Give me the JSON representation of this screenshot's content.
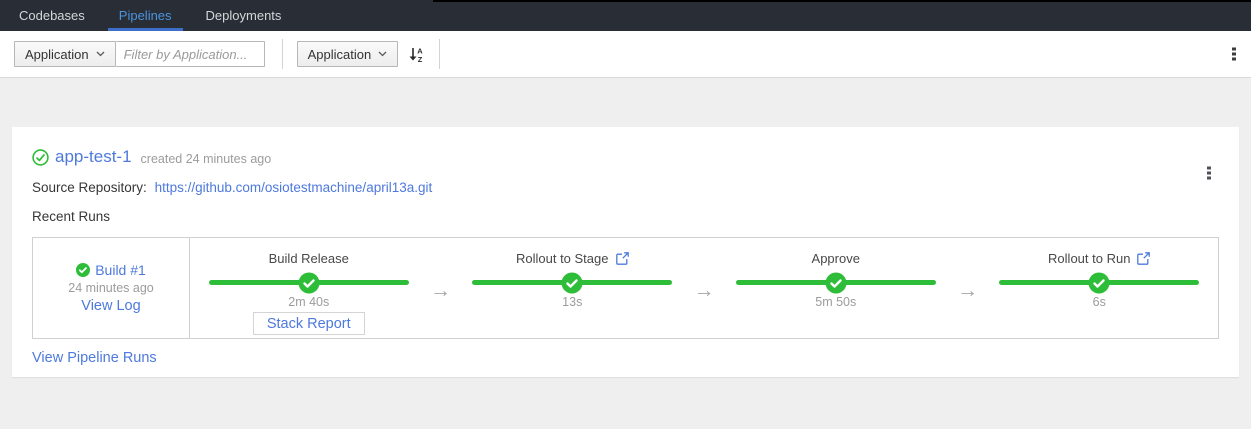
{
  "nav": {
    "tabs": [
      {
        "label": "Codebases"
      },
      {
        "label": "Pipelines"
      },
      {
        "label": "Deployments"
      }
    ],
    "active_tab": "Pipelines"
  },
  "toolbar": {
    "filter_dropdown_label": "Application",
    "filter_placeholder": "Filter by Application...",
    "filter_value": "",
    "sort_dropdown_label": "Application",
    "sort_icon": "sort-alpha-asc-icon",
    "overflow_icon": "kebab-menu-icon"
  },
  "card": {
    "status_icon": "circle-check-outline-green",
    "app_name": "app-test-1",
    "created": "created 24 minutes ago",
    "source_repo_label": "Source Repository:",
    "source_repo_url": "https://github.com/osiotestmachine/april13a.git",
    "recent_runs_label": "Recent Runs",
    "build": {
      "label": "Build #1",
      "status_icon": "circle-check-solid-green",
      "time_ago": "24 minutes ago",
      "view_log_label": "View Log"
    },
    "stages": [
      {
        "name": "Build Release",
        "duration": "2m 40s",
        "status": "success",
        "progress_pct": 100,
        "action_label": "Stack Report"
      },
      {
        "name": "Rollout to Stage",
        "duration": "13s",
        "status": "success",
        "progress_pct": 100,
        "external_link": true
      },
      {
        "name": "Approve",
        "duration": "5m 50s",
        "status": "success",
        "progress_pct": 100
      },
      {
        "name": "Rollout to Run",
        "duration": "6s",
        "status": "success",
        "progress_pct": 100,
        "external_link": true
      }
    ],
    "arrow_glyph": "→",
    "view_pipeline_runs_label": "View Pipeline Runs"
  },
  "colors": {
    "success_green": "#2ebd38",
    "link_blue": "#4e79dd",
    "nav_active_blue": "#4b93dd",
    "nav_underline_blue": "#3d6fc8",
    "navbar_bg": "#292e36",
    "content_bg": "#efefef",
    "muted_text": "#9c9c9c",
    "border_gray": "#d1d1d1"
  }
}
